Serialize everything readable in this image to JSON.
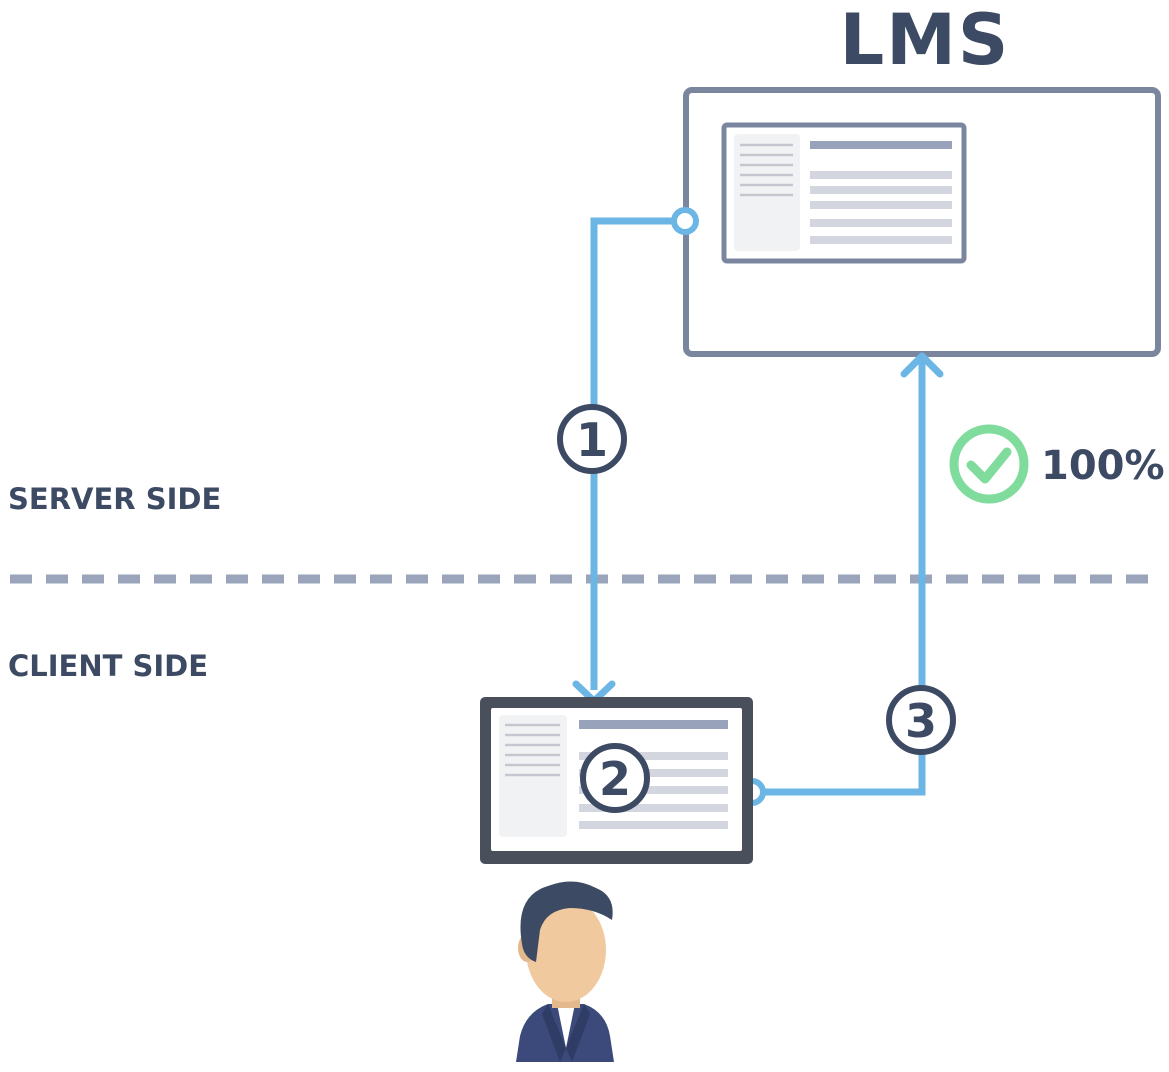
{
  "server_title": "LMS",
  "zones": {
    "server_label": "SERVER SIDE",
    "client_label": "CLIENT SIDE"
  },
  "steps": [
    "1",
    "2",
    "3"
  ],
  "completion": {
    "icon": "check-circle-icon",
    "text": "100%"
  },
  "colors": {
    "dark": "#3d4a63",
    "frame": "#7a869e",
    "flow": "#6cb6e6",
    "divider": "#9aa4ba",
    "check": "#7fdc9c",
    "screen_bar": "#98a3bb",
    "screen_line": "#d3d5df",
    "sidebar_bg": "#f1f2f3",
    "sidebar_line": "#c4c7cf",
    "skin": "#f1c99f",
    "hair": "#3d4a63",
    "suit": "#3b4a7a"
  }
}
